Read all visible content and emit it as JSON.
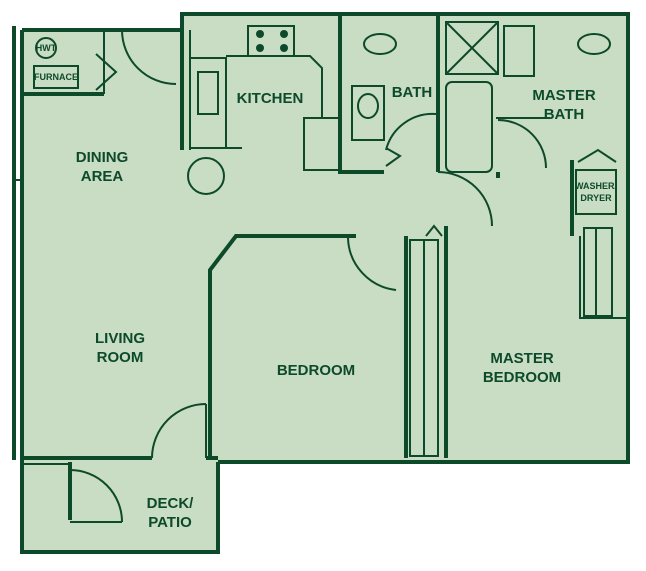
{
  "colors": {
    "floor": "#c9dcc4",
    "wall": "#0d4a2a",
    "background": "#ffffff"
  },
  "rooms": {
    "hwt": "HWT",
    "furnace": "FURNACE",
    "dining_line1": "DINING",
    "dining_line2": "AREA",
    "kitchen": "KITCHEN",
    "bath": "BATH",
    "master_bath_line1": "MASTER",
    "master_bath_line2": "BATH",
    "washer_line1": "WASHER/",
    "washer_line2": "DRYER",
    "living_line1": "LIVING",
    "living_line2": "ROOM",
    "bedroom": "BEDROOM",
    "master_bedroom_line1": "MASTER",
    "master_bedroom_line2": "BEDROOM",
    "deck_line1": "DECK/",
    "deck_line2": "PATIO"
  }
}
